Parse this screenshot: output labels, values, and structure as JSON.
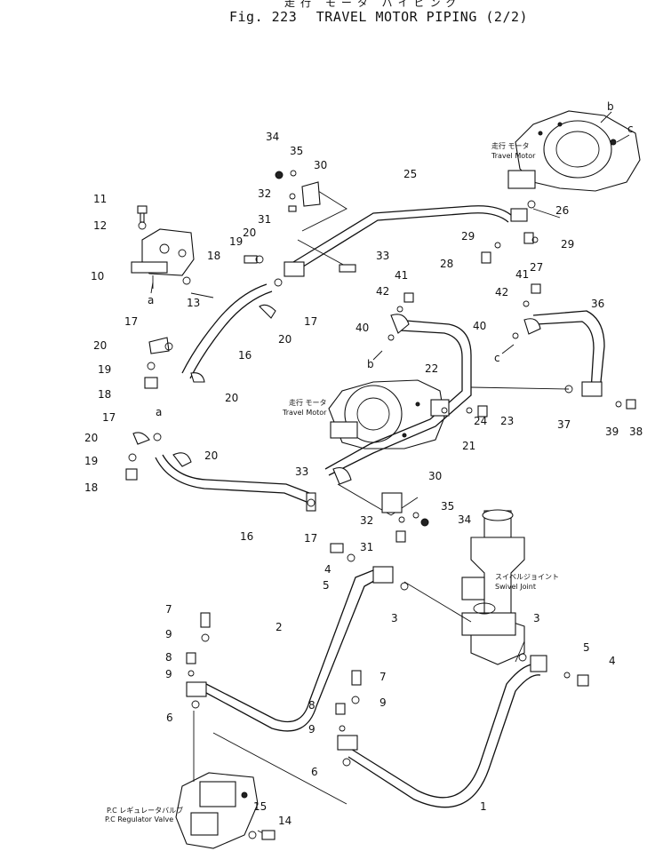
{
  "header": {
    "jp_title": "走行 モータ パイピング",
    "fig_label": "Fig. 223",
    "title": "TRAVEL MOTOR PIPING (2/2)"
  },
  "components": {
    "travel_motor_jp": "走行 モータ",
    "travel_motor": "Travel Motor",
    "swivel_joint_jp": "スイベルジョイント",
    "swivel_joint": "Swivel Joint",
    "pc_valve_jp": "P.C レギュレータバルブ",
    "pc_valve": "P.C Regulator Valve"
  },
  "callouts": [
    "1",
    "2",
    "3",
    "4",
    "5",
    "6",
    "7",
    "8",
    "9",
    "10",
    "11",
    "12",
    "13",
    "14",
    "15",
    "16",
    "17",
    "18",
    "19",
    "20",
    "21",
    "22",
    "23",
    "24",
    "25",
    "26",
    "27",
    "28",
    "29",
    "30",
    "31",
    "32",
    "33",
    "34",
    "35",
    "36",
    "37",
    "38",
    "39",
    "40",
    "41",
    "42",
    "a",
    "b",
    "c"
  ]
}
